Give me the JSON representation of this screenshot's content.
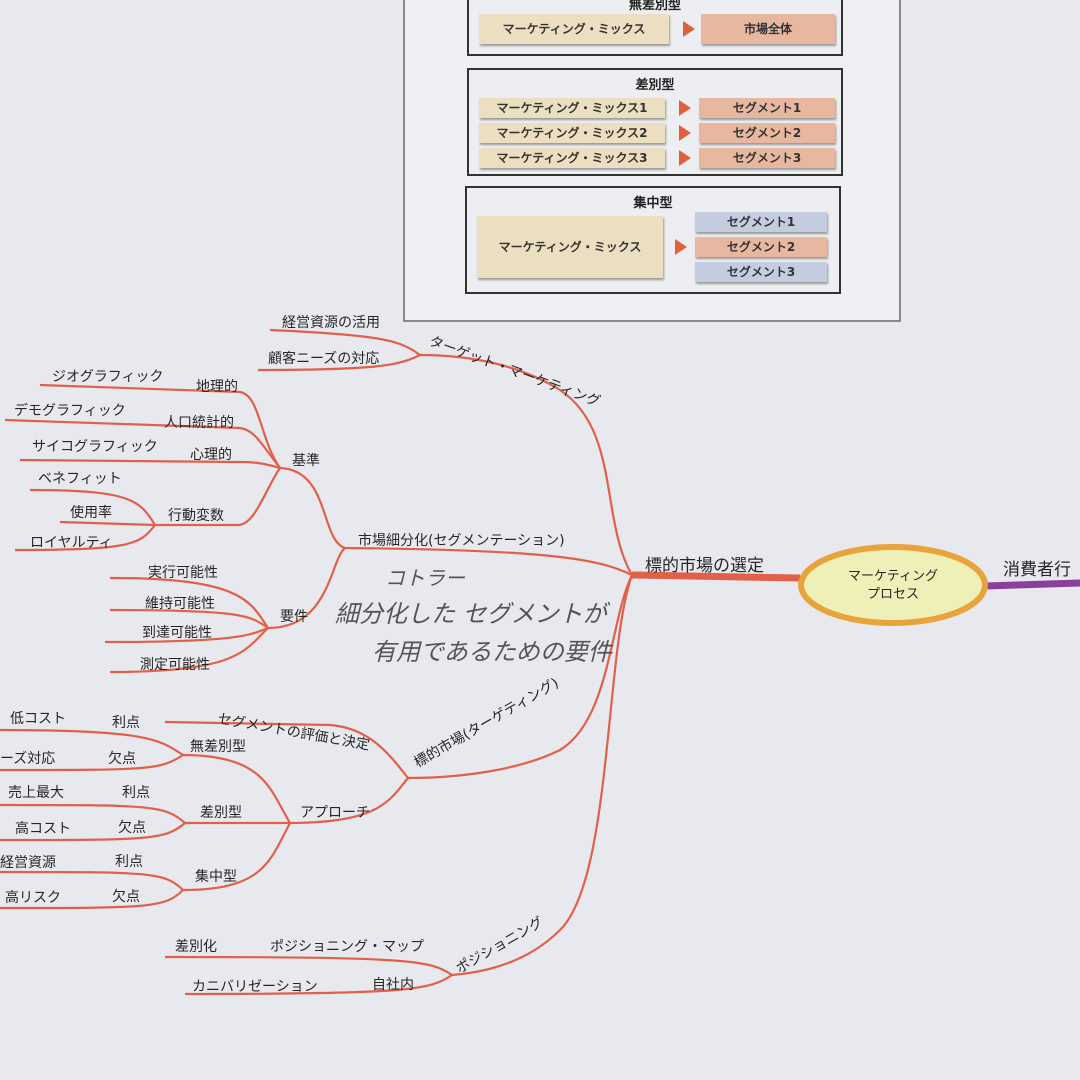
{
  "table": {
    "undiff": {
      "title": "無差別型",
      "mix": "マーケティング・ミックス",
      "target": "市場全体"
    },
    "diff": {
      "title": "差別型",
      "rows": [
        {
          "mix": "マーケティング・ミックス1",
          "seg": "セグメント1"
        },
        {
          "mix": "マーケティング・ミックス2",
          "seg": "セグメント2"
        },
        {
          "mix": "マーケティング・ミックス3",
          "seg": "セグメント3"
        }
      ]
    },
    "conc": {
      "title": "集中型",
      "mix": "マーケティング・ミックス",
      "segs": [
        "セグメント1",
        "セグメント2",
        "セグメント3"
      ]
    }
  },
  "map": {
    "center": "マーケティング\nプロセス",
    "center_l1": "マーケティング",
    "center_l2": "プロセス",
    "right_branch": "消費者行",
    "hub": "標的市場の選定",
    "target_marketing": {
      "label": "ターゲット・マーケティング",
      "children": [
        "経営資源の活用",
        "顧客ニーズの対応"
      ]
    },
    "segmentation": {
      "label": "市場細分化(セグメンテーション)",
      "criteria": {
        "label": "基準",
        "items": [
          {
            "label": "地理的",
            "leaf": "ジオグラフィック"
          },
          {
            "label": "人口統計的",
            "leaf": "デモグラフィック"
          },
          {
            "label": "心理的",
            "leaf": "サイコグラフィック"
          },
          {
            "label": "行動変数",
            "leaves": [
              "ベネフィット",
              "使用率",
              "ロイヤルティ"
            ]
          }
        ]
      },
      "requirements": {
        "label": "要件",
        "items": [
          "実行可能性",
          "維持可能性",
          "到達可能性",
          "測定可能性"
        ]
      }
    },
    "targeting": {
      "label": "標的市場(ターゲティング)",
      "evaluation": "セグメントの評価と決定",
      "approach": {
        "label": "アプローチ",
        "types": [
          {
            "label": "無差別型",
            "pros_label": "利点",
            "pros": "低コスト",
            "cons_label": "欠点",
            "cons": "ーズ対応"
          },
          {
            "label": "差別型",
            "pros_label": "利点",
            "pros": "売上最大",
            "cons_label": "欠点",
            "cons": "高コスト"
          },
          {
            "label": "集中型",
            "pros_label": "利点",
            "pros": "経営資源",
            "cons_label": "欠点",
            "cons": "高リスク"
          }
        ]
      }
    },
    "positioning": {
      "label": "ポジショニング",
      "items": [
        {
          "label": "ポジショニング・マップ",
          "leaf": "差別化"
        },
        {
          "label": "自社内",
          "leaf": "カニバリゼーション"
        }
      ]
    }
  },
  "handwriting": {
    "line1": "コトラー",
    "line2": "細分化した セグメントが",
    "line3": "有用であるための要件"
  },
  "colors": {
    "branch": "#e0604a",
    "center_fill": "#eef0b8",
    "center_border": "#e8a33a",
    "purple": "#8a3f9a"
  }
}
